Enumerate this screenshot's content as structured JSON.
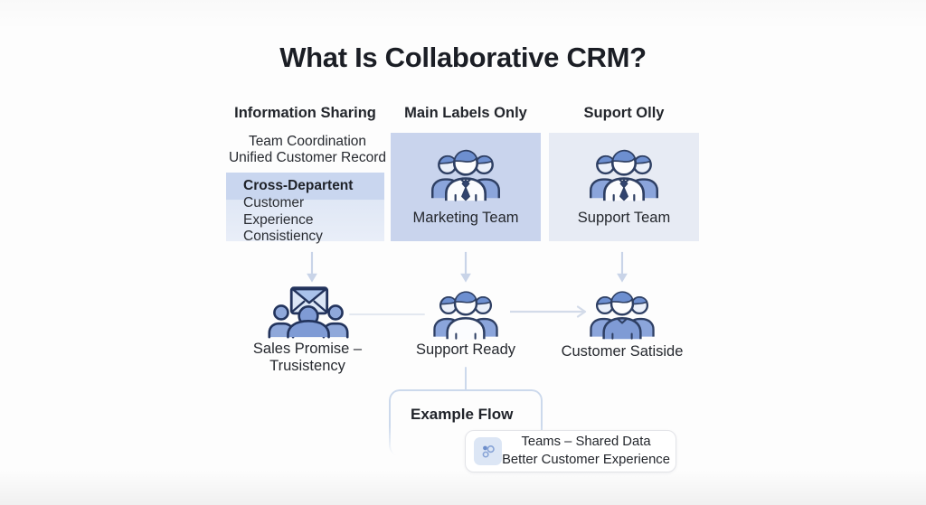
{
  "title": "What Is Collaborative CRM?",
  "columns": {
    "information": {
      "header": "Information Sharing",
      "item1": "Team Coordination",
      "item2": "Unified Customer Record",
      "highlight": "Cross-Departent",
      "subtle": "Customer Experience Consistiency"
    },
    "marketing": {
      "header": "Main Labels Only",
      "label": "Marketing Team"
    },
    "support": {
      "header": "Suport Olly",
      "label": "Support Team"
    }
  },
  "flow": {
    "sales": {
      "line1": "Sales Promise –",
      "line2": "Trusistency"
    },
    "ready": {
      "label": "Support Ready"
    },
    "satisfied": {
      "label": "Customer Satiside"
    }
  },
  "example": {
    "label": "Example Flow",
    "card": {
      "line1": "Teams – Shared Data",
      "line2": "Better Customer Experience"
    }
  },
  "icons": {
    "team": "team-icon",
    "mail_group": "mail-group-icon",
    "cluster": "cluster-icon",
    "down_arrow": "down-arrow-icon",
    "flow_arrow": "arrow-right-icon"
  },
  "colors": {
    "highlight_band": "#c9d6ef",
    "subtle_band": "#e1e8f5",
    "marketing_box": "#c9d4ed",
    "support_box": "#e7ebf4",
    "icon_outline": "#2e3f63",
    "icon_blue": "#7f9bd5",
    "connector": "#ccd7e9",
    "title_text": "#1b1e25"
  }
}
